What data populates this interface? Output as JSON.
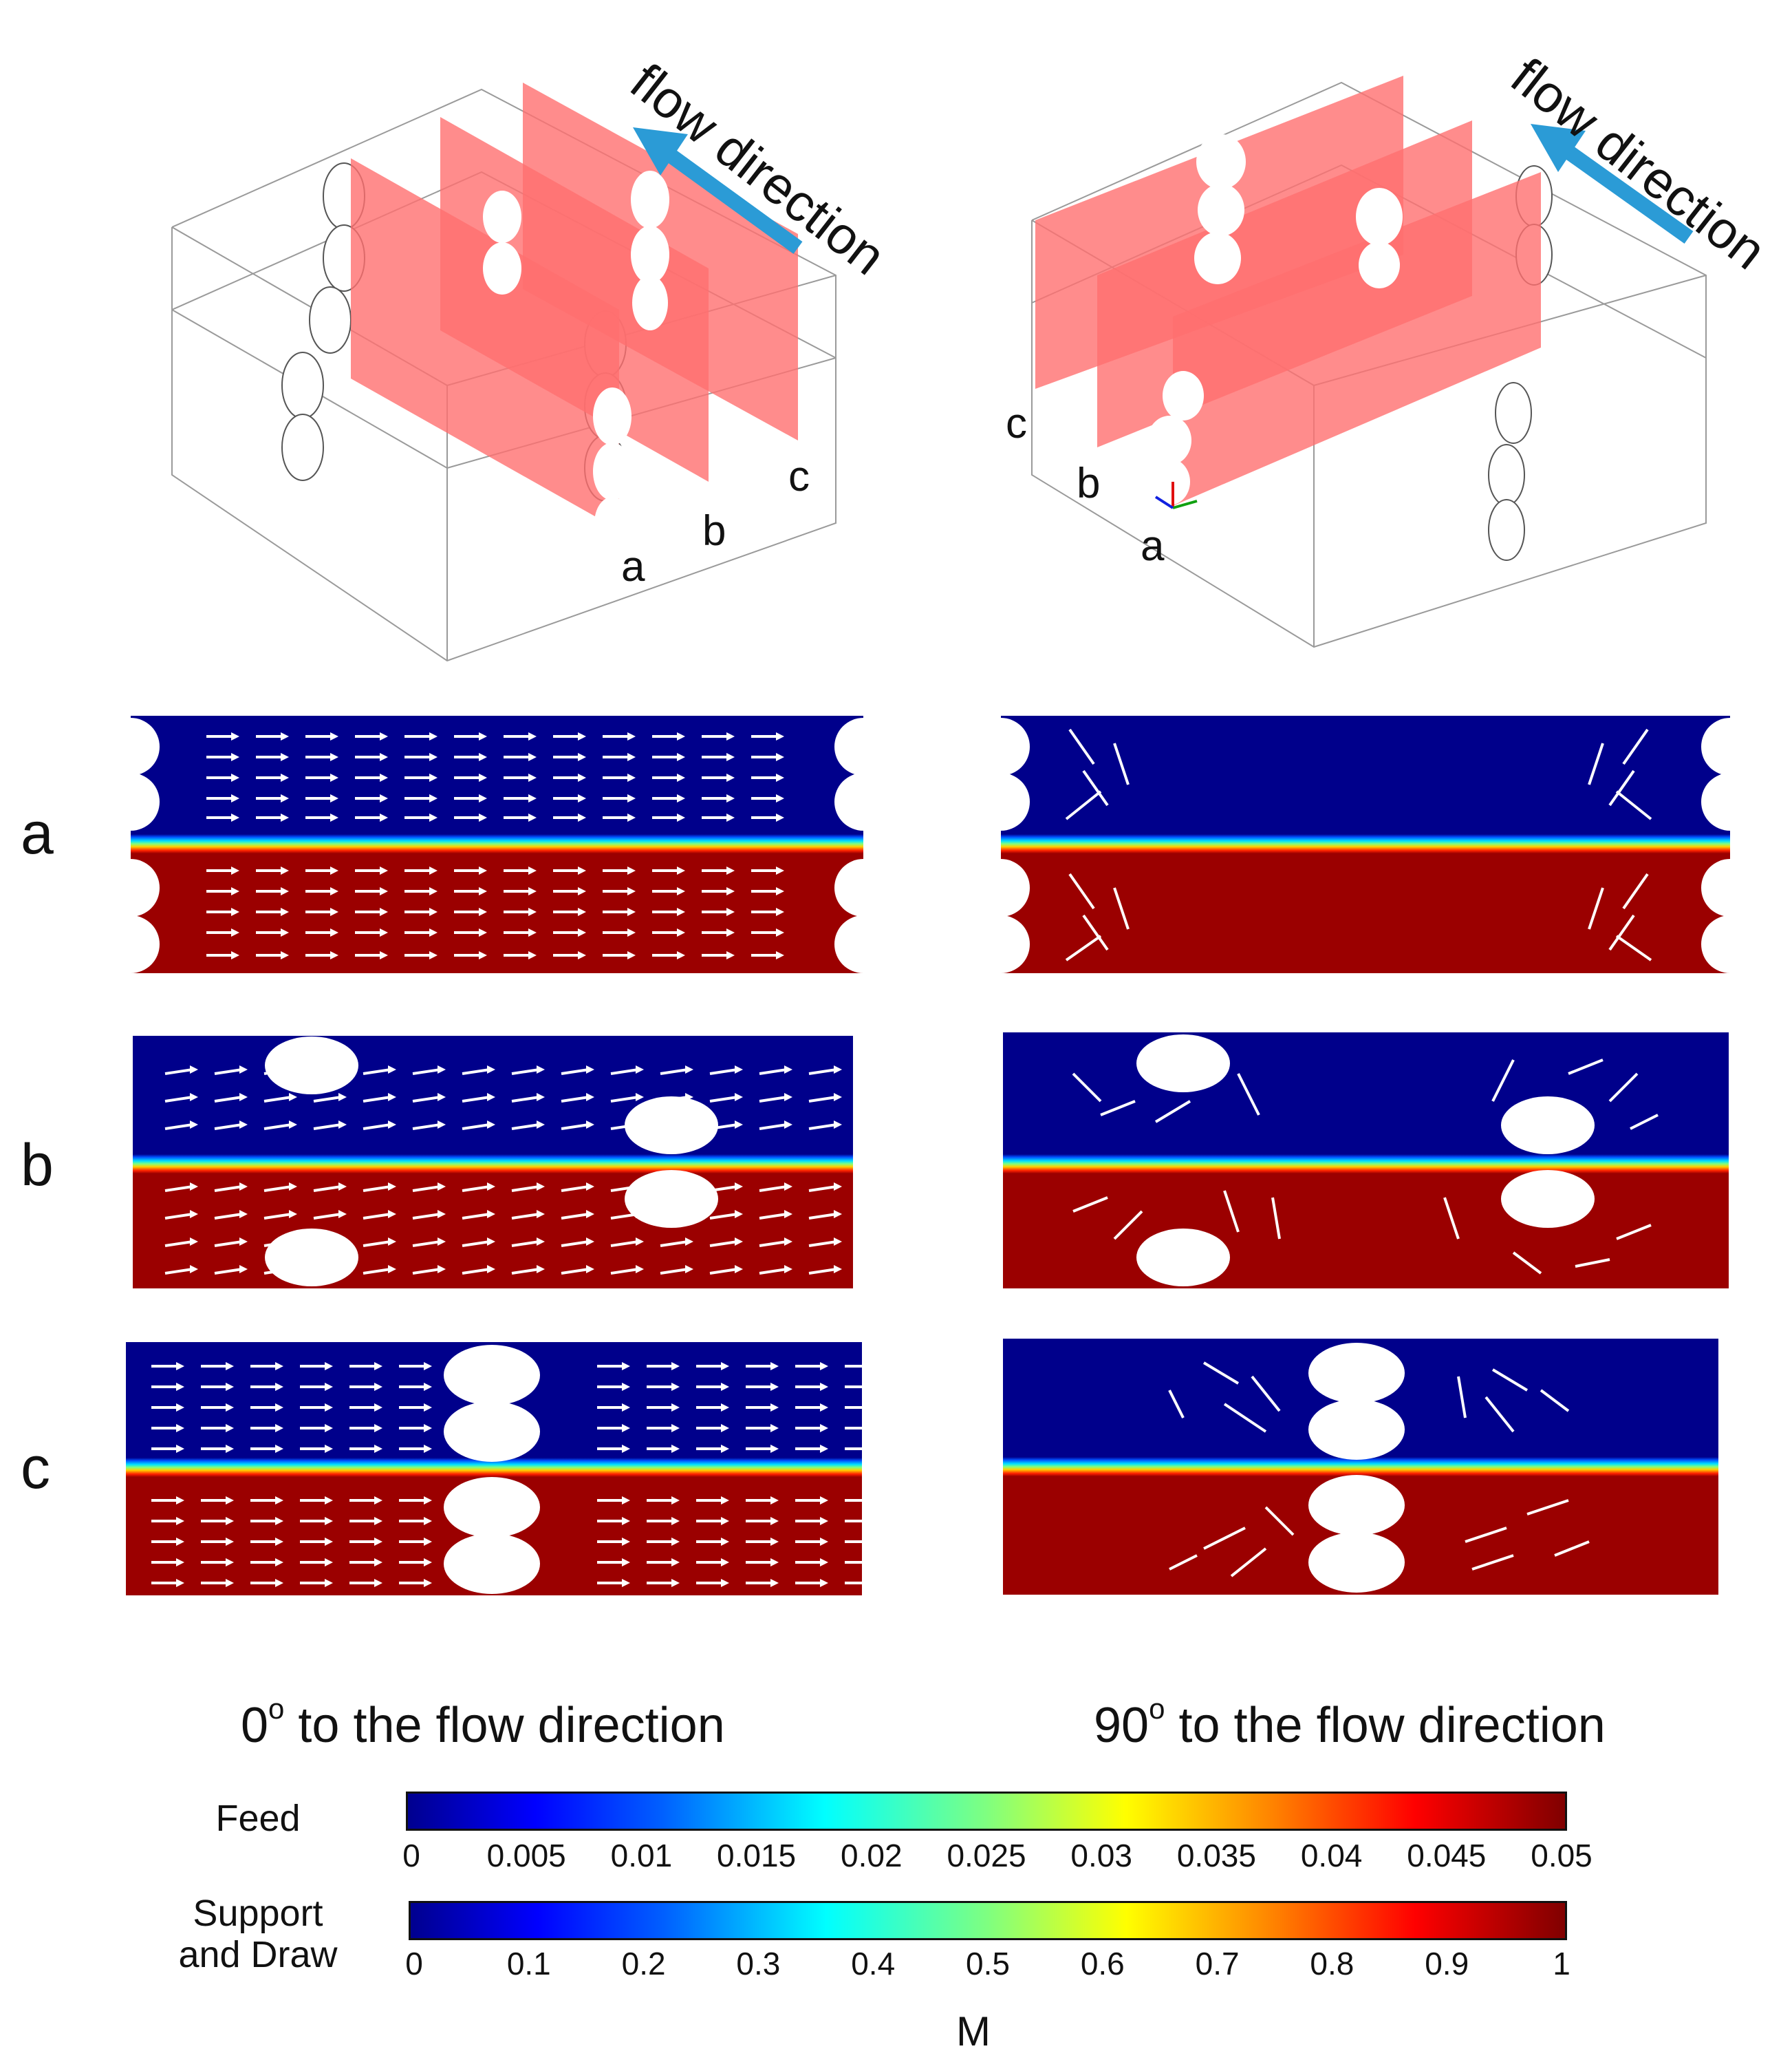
{
  "top_left": {
    "flow_label": "flow direction",
    "plane_labels": [
      "a",
      "b",
      "c"
    ]
  },
  "top_right": {
    "flow_label": "flow direction",
    "plane_labels": [
      "c",
      "b",
      "a"
    ]
  },
  "row_labels": [
    "a",
    "b",
    "c"
  ],
  "captions": {
    "left": {
      "pre": "0",
      "sup": "o",
      "post": " to the flow direction"
    },
    "right": {
      "pre": "90",
      "sup": "o",
      "post": " to the flow direction"
    }
  },
  "colorbars": {
    "feed": {
      "label": "Feed",
      "ticks": [
        "0",
        "0.005",
        "0.01",
        "0.015",
        "0.02",
        "0.025",
        "0.03",
        "0.035",
        "0.04",
        "0.045",
        "0.05"
      ],
      "range": [
        0,
        0.05
      ]
    },
    "support": {
      "label_line1": "Support",
      "label_line2": "and Draw",
      "ticks": [
        "0",
        "0.1",
        "0.2",
        "0.3",
        "0.4",
        "0.5",
        "0.6",
        "0.7",
        "0.8",
        "0.9",
        "1"
      ],
      "range": [
        0,
        1
      ]
    },
    "unit": "M"
  },
  "colors": {
    "feed_fill": "#00008b",
    "draw_fill": "#9b0000",
    "plane_fill": "#ff6f6f",
    "flow_arrow": "#2b9bd6",
    "vector": "#ffffff"
  }
}
